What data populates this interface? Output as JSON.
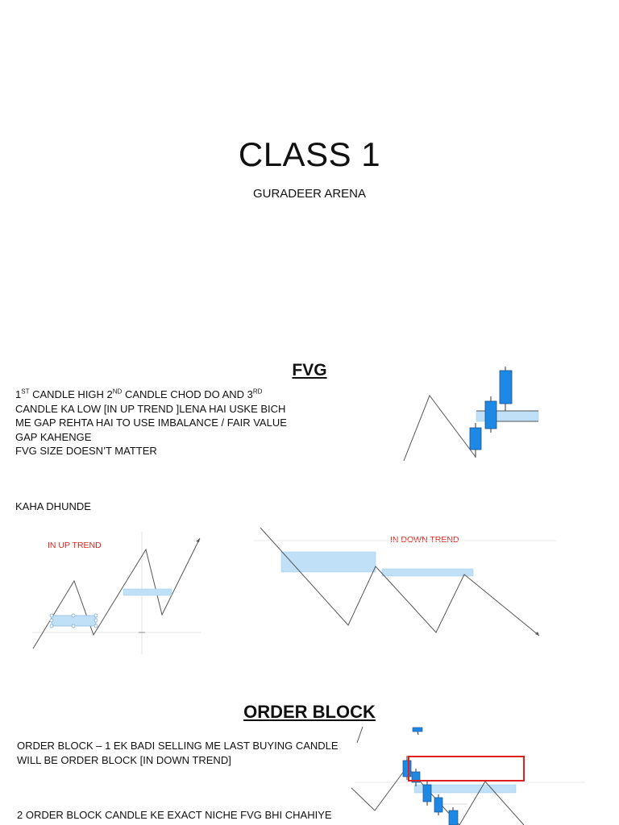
{
  "header": {
    "title": "CLASS 1",
    "subtitle": "GURADEER ARENA"
  },
  "fvg": {
    "heading": "FVG",
    "line1_a": "1",
    "line1_sup1": "ST",
    "line1_b": " CANDLE HIGH 2",
    "line1_sup2": "ND",
    "line1_c": " CANDLE CHOD DO AND 3",
    "line1_sup3": "RD",
    "line2": "CANDLE KA LOW [IN UP TREND ]LENA HAI USKE BICH",
    "line3": "ME GAP REHTA HAI TO USE IMBALANCE / FAIR VALUE",
    "line4": "GAP KAHENGE",
    "line5": "FVG SIZE DOESN’T MATTER"
  },
  "kaha": {
    "label": "KAHA DHUNDE",
    "up_trend_label": "IN UP TREND",
    "down_trend_label": "IN DOWN TREND"
  },
  "order_block": {
    "heading": "ORDER BLOCK",
    "line1": "ORDER BLOCK – 1 EK BADI SELLING ME LAST BUYING CANDLE",
    "line2": "WILL BE ORDER BLOCK [IN DOWN TREND]",
    "line3": "2 ORDER BLOCK CANDLE KE EXACT NICHE FVG BHI CHAHIYE"
  },
  "colors": {
    "candle": "#1e88e5",
    "zone": "#bfe0f7",
    "label_red": "#e2231a",
    "order_box": "#e02020"
  }
}
